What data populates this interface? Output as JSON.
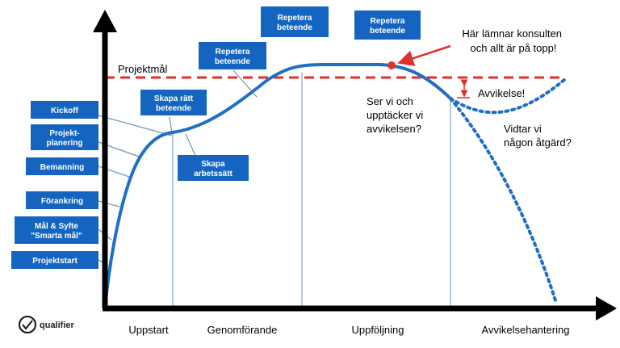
{
  "goal_label": "Projektmål",
  "left_steps": [
    {
      "lines": [
        "Kickoff"
      ]
    },
    {
      "lines": [
        "Projekt-",
        "planering"
      ]
    },
    {
      "lines": [
        "Bemanning"
      ]
    },
    {
      "lines": [
        "Förankring"
      ]
    },
    {
      "lines": [
        "Mål & Syfte",
        "\"Smarta mål\""
      ]
    },
    {
      "lines": [
        "Projektstart"
      ]
    }
  ],
  "curve_boxes": [
    {
      "lines": [
        "Skapa rätt",
        "beteende"
      ]
    },
    {
      "lines": [
        "Skapa",
        "arbetssätt"
      ]
    },
    {
      "lines": [
        "Repetera",
        "beteende"
      ]
    },
    {
      "lines": [
        "Repetera",
        "beteende"
      ]
    },
    {
      "lines": [
        "Repetera",
        "beteende"
      ]
    }
  ],
  "callout": {
    "lines": [
      "Här lämnar konsulten",
      "och allt är på topp!"
    ]
  },
  "deviation_label": "Avvikelse!",
  "question_detect": {
    "lines": [
      "Ser vi och",
      "upptäcker vi",
      "avvikelsen?"
    ]
  },
  "question_action": {
    "lines": [
      "Vidtar vi",
      "någon åtgärd?"
    ]
  },
  "phases": [
    "Uppstart",
    "Genomförande",
    "Uppföljning",
    "Avvikelsehantering"
  ],
  "logo": {
    "name": "qualifier",
    "icon": "checkmark-circle-icon"
  },
  "colors": {
    "box": "#1565c0",
    "curve": "#1f6fc5",
    "goal_line": "#e0302a",
    "axis": "#000000",
    "leader": "#6f93b8"
  }
}
